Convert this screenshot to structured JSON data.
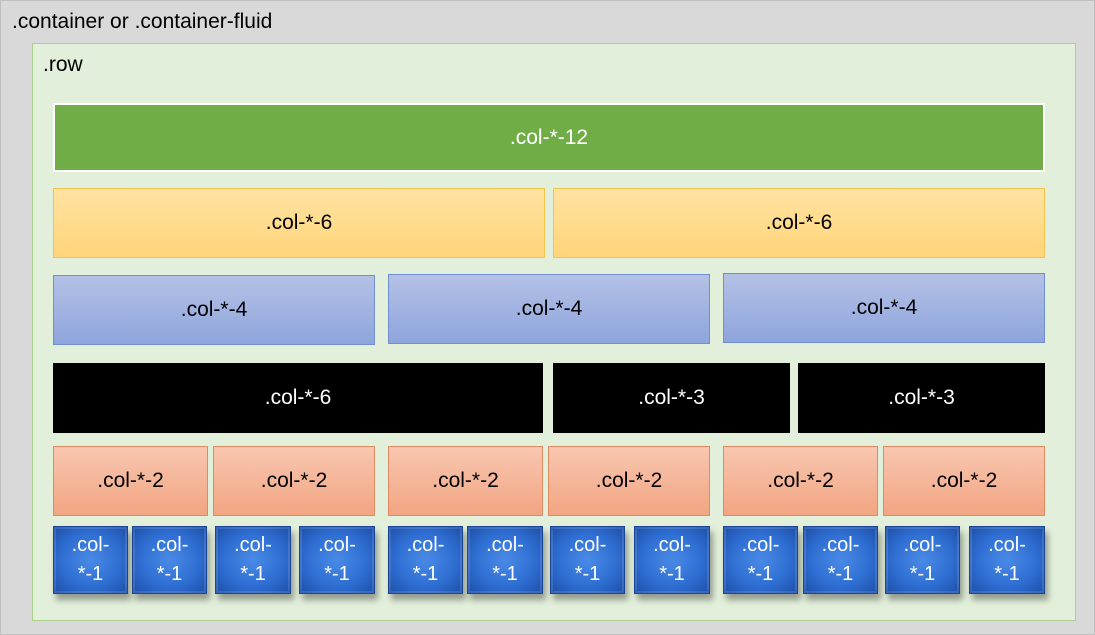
{
  "container_label": ".container or .container-fluid",
  "row_label": ".row",
  "rows": {
    "r12": [
      ".col-*-12"
    ],
    "r6": [
      ".col-*-6",
      ".col-*-6"
    ],
    "r4": [
      ".col-*-4",
      ".col-*-4",
      ".col-*-4"
    ],
    "r633": [
      ".col-*-6",
      ".col-*-3",
      ".col-*-3"
    ],
    "r2": [
      ".col-*-2",
      ".col-*-2",
      ".col-*-2",
      ".col-*-2",
      ".col-*-2",
      ".col-*-2"
    ],
    "r1": [
      ".col-*-1",
      ".col-*-1",
      ".col-*-1",
      ".col-*-1",
      ".col-*-1",
      ".col-*-1",
      ".col-*-1",
      ".col-*-1",
      ".col-*-1",
      ".col-*-1",
      ".col-*-1",
      ".col-*-1"
    ]
  },
  "colors": {
    "container_bg": "#d9d9d9",
    "row_bg": "#e2efda",
    "col12": "#70ad47",
    "col6": "#ffd47a",
    "col4": "#8ea5dc",
    "col6_3_3": "#000000",
    "col2": "#f2a582",
    "col1": "#2f6fd3"
  }
}
